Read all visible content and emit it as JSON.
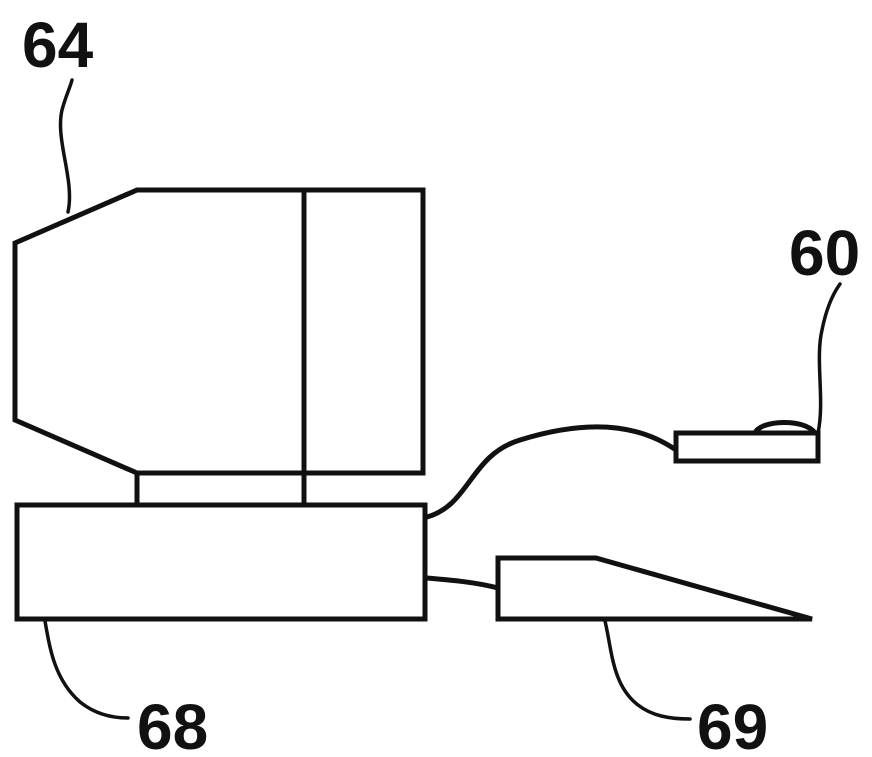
{
  "labels": {
    "monitor": "64",
    "mouse": "60",
    "base_unit": "68",
    "keyboard": "69"
  }
}
